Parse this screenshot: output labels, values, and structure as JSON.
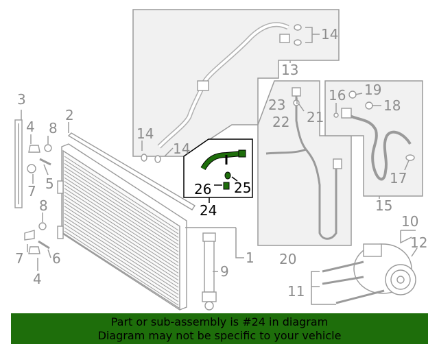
{
  "callouts": {
    "c1": "1",
    "c2": "2",
    "c3": "3",
    "c4a": "4",
    "c4b": "4",
    "c5": "5",
    "c6": "6",
    "c7a": "7",
    "c7b": "7",
    "c8a": "8",
    "c8b": "8",
    "c9": "9",
    "c10": "10",
    "c11": "11",
    "c12": "12",
    "c13": "13",
    "c14a": "14",
    "c14b": "14",
    "c14c": "14",
    "c15": "15",
    "c16": "16",
    "c17": "17",
    "c18": "18",
    "c19": "19",
    "c20": "20",
    "c21": "21",
    "c22": "22",
    "c23": "23",
    "c24": "24",
    "c25": "25",
    "c26": "26"
  },
  "highlight": {
    "part_number": "24",
    "color": "#1e6e0b"
  },
  "banner": {
    "line1": "Part or sub-assembly is #24 in diagram",
    "line2": "Diagram may not be specific to your vehicle",
    "background": "#1e6e0b"
  }
}
